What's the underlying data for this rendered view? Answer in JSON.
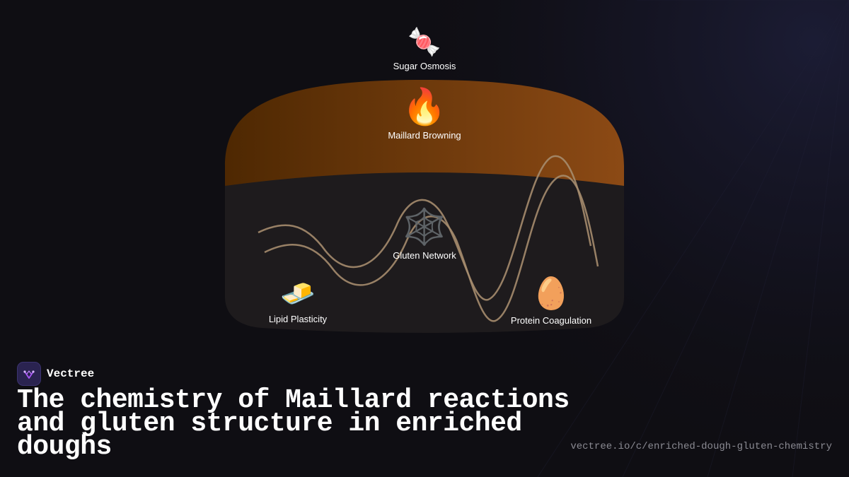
{
  "colors": {
    "background": "#0f0e13",
    "crust_dark": "#4e2802",
    "crust_light": "#8c4a15",
    "crumb": "#1e1b1d",
    "strand": "#a58c6e",
    "accent": "#a855f7"
  },
  "diagram": {
    "nodes": [
      {
        "id": "sugar",
        "icon": "candy-icon",
        "emoji": "🍬",
        "label": "Sugar Osmosis"
      },
      {
        "id": "maillard",
        "icon": "fire-icon",
        "emoji": "🔥",
        "label": "Maillard Browning"
      },
      {
        "id": "gluten",
        "icon": "spider-web-icon",
        "emoji": "🕸️",
        "label": "Gluten Network"
      },
      {
        "id": "lipid",
        "icon": "butter-icon",
        "emoji": "🧈",
        "label": "Lipid Plasticity"
      },
      {
        "id": "protein",
        "icon": "egg-icon",
        "emoji": "🥚",
        "label": "Protein Coagulation"
      }
    ]
  },
  "brand": {
    "name": "Vectree",
    "logo_icon": "vectree-logo-icon"
  },
  "headline": "The chemistry of Maillard reactions and gluten structure in enriched doughs",
  "url": "vectree.io/c/enriched-dough-gluten-chemistry"
}
